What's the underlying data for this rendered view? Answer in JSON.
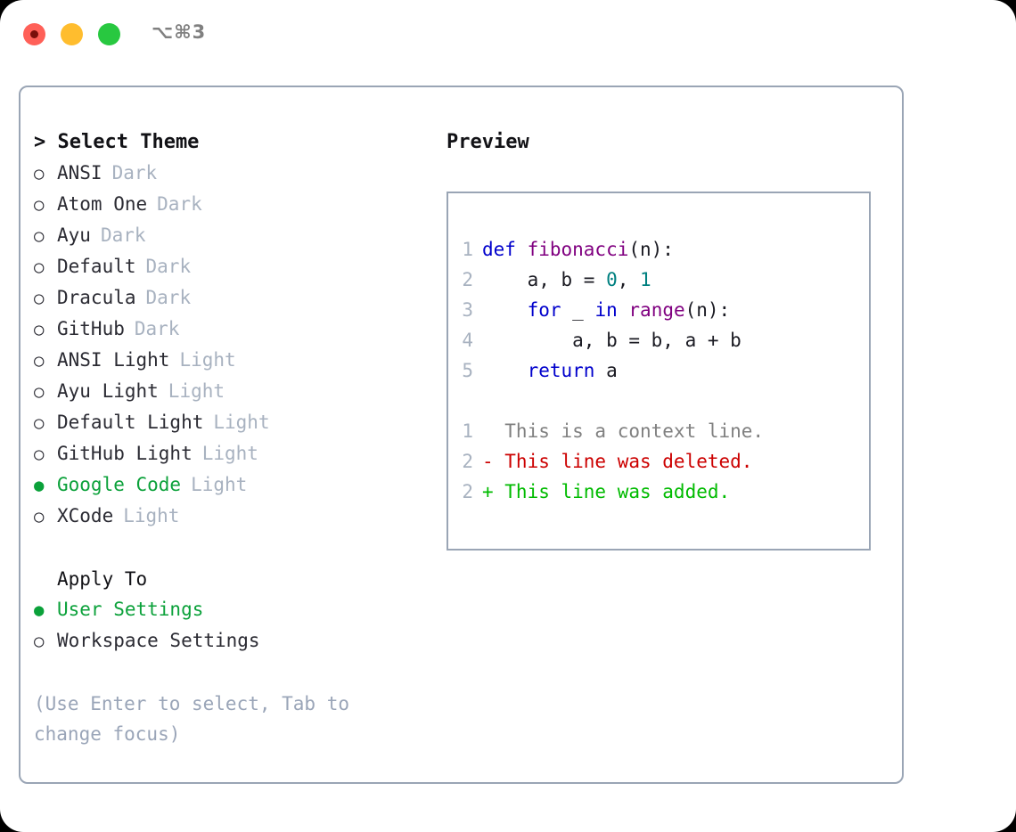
{
  "window": {
    "shortcut": "⌥⌘3",
    "traffic_lights": [
      {
        "name": "close",
        "color": "#ff6058"
      },
      {
        "name": "minimize",
        "color": "#ffbd2e"
      },
      {
        "name": "zoom",
        "color": "#28c840"
      }
    ]
  },
  "colors": {
    "accent_green": "#0ba13a",
    "border": "#9aa5b5",
    "muted": "#a8b2c0",
    "hint": "#9aa5b8",
    "text": "#2b2b33",
    "keyword": "#0000cc",
    "function": "#800080",
    "number": "#008080",
    "diff_context": "#808080",
    "diff_deleted": "#cc0000",
    "diff_added": "#00bb00"
  },
  "theme_panel": {
    "heading": "> Select Theme",
    "markers": {
      "selected": "●",
      "unselected": "○"
    },
    "items": [
      {
        "label": "ANSI",
        "badge": "Dark",
        "selected": false
      },
      {
        "label": "Atom One",
        "badge": "Dark",
        "selected": false
      },
      {
        "label": "Ayu",
        "badge": "Dark",
        "selected": false
      },
      {
        "label": "Default",
        "badge": "Dark",
        "selected": false
      },
      {
        "label": "Dracula",
        "badge": "Dark",
        "selected": false
      },
      {
        "label": "GitHub",
        "badge": "Dark",
        "selected": false
      },
      {
        "label": "ANSI Light",
        "badge": "Light",
        "selected": false
      },
      {
        "label": "Ayu Light",
        "badge": "Light",
        "selected": false
      },
      {
        "label": "Default Light",
        "badge": "Light",
        "selected": false
      },
      {
        "label": "GitHub Light",
        "badge": "Light",
        "selected": false
      },
      {
        "label": "Google Code",
        "badge": "Light",
        "selected": true
      },
      {
        "label": "XCode",
        "badge": "Light",
        "selected": false
      }
    ]
  },
  "apply_to": {
    "heading": "Apply To",
    "items": [
      {
        "label": "User Settings",
        "selected": true
      },
      {
        "label": "Workspace Settings",
        "selected": false
      }
    ]
  },
  "hint": "(Use Enter to select, Tab to change focus)",
  "preview": {
    "heading": "Preview",
    "code_lines": [
      {
        "n": "1",
        "tokens": [
          {
            "t": "def ",
            "c": "kw"
          },
          {
            "t": "fibonacci",
            "c": "fn"
          },
          {
            "t": "(n):",
            "c": "plain"
          }
        ]
      },
      {
        "n": "2",
        "tokens": [
          {
            "t": "    a, b = ",
            "c": "plain"
          },
          {
            "t": "0",
            "c": "num"
          },
          {
            "t": ", ",
            "c": "plain"
          },
          {
            "t": "1",
            "c": "num"
          }
        ]
      },
      {
        "n": "3",
        "tokens": [
          {
            "t": "    ",
            "c": "plain"
          },
          {
            "t": "for",
            "c": "kw"
          },
          {
            "t": " _ ",
            "c": "plain"
          },
          {
            "t": "in",
            "c": "kw"
          },
          {
            "t": " ",
            "c": "plain"
          },
          {
            "t": "range",
            "c": "fn"
          },
          {
            "t": "(n):",
            "c": "plain"
          }
        ]
      },
      {
        "n": "4",
        "tokens": [
          {
            "t": "        a, b = b, a + b",
            "c": "plain"
          }
        ]
      },
      {
        "n": "5",
        "tokens": [
          {
            "t": "    ",
            "c": "plain"
          },
          {
            "t": "return",
            "c": "kw"
          },
          {
            "t": " a",
            "c": "plain"
          }
        ]
      }
    ],
    "diff_lines": [
      {
        "n": "1",
        "tokens": [
          {
            "t": "  This is a context line.",
            "c": "ctx"
          }
        ]
      },
      {
        "n": "2",
        "tokens": [
          {
            "t": "- This line was deleted.",
            "c": "del"
          }
        ]
      },
      {
        "n": "2",
        "tokens": [
          {
            "t": "+ This line was added.",
            "c": "add"
          }
        ]
      }
    ]
  }
}
